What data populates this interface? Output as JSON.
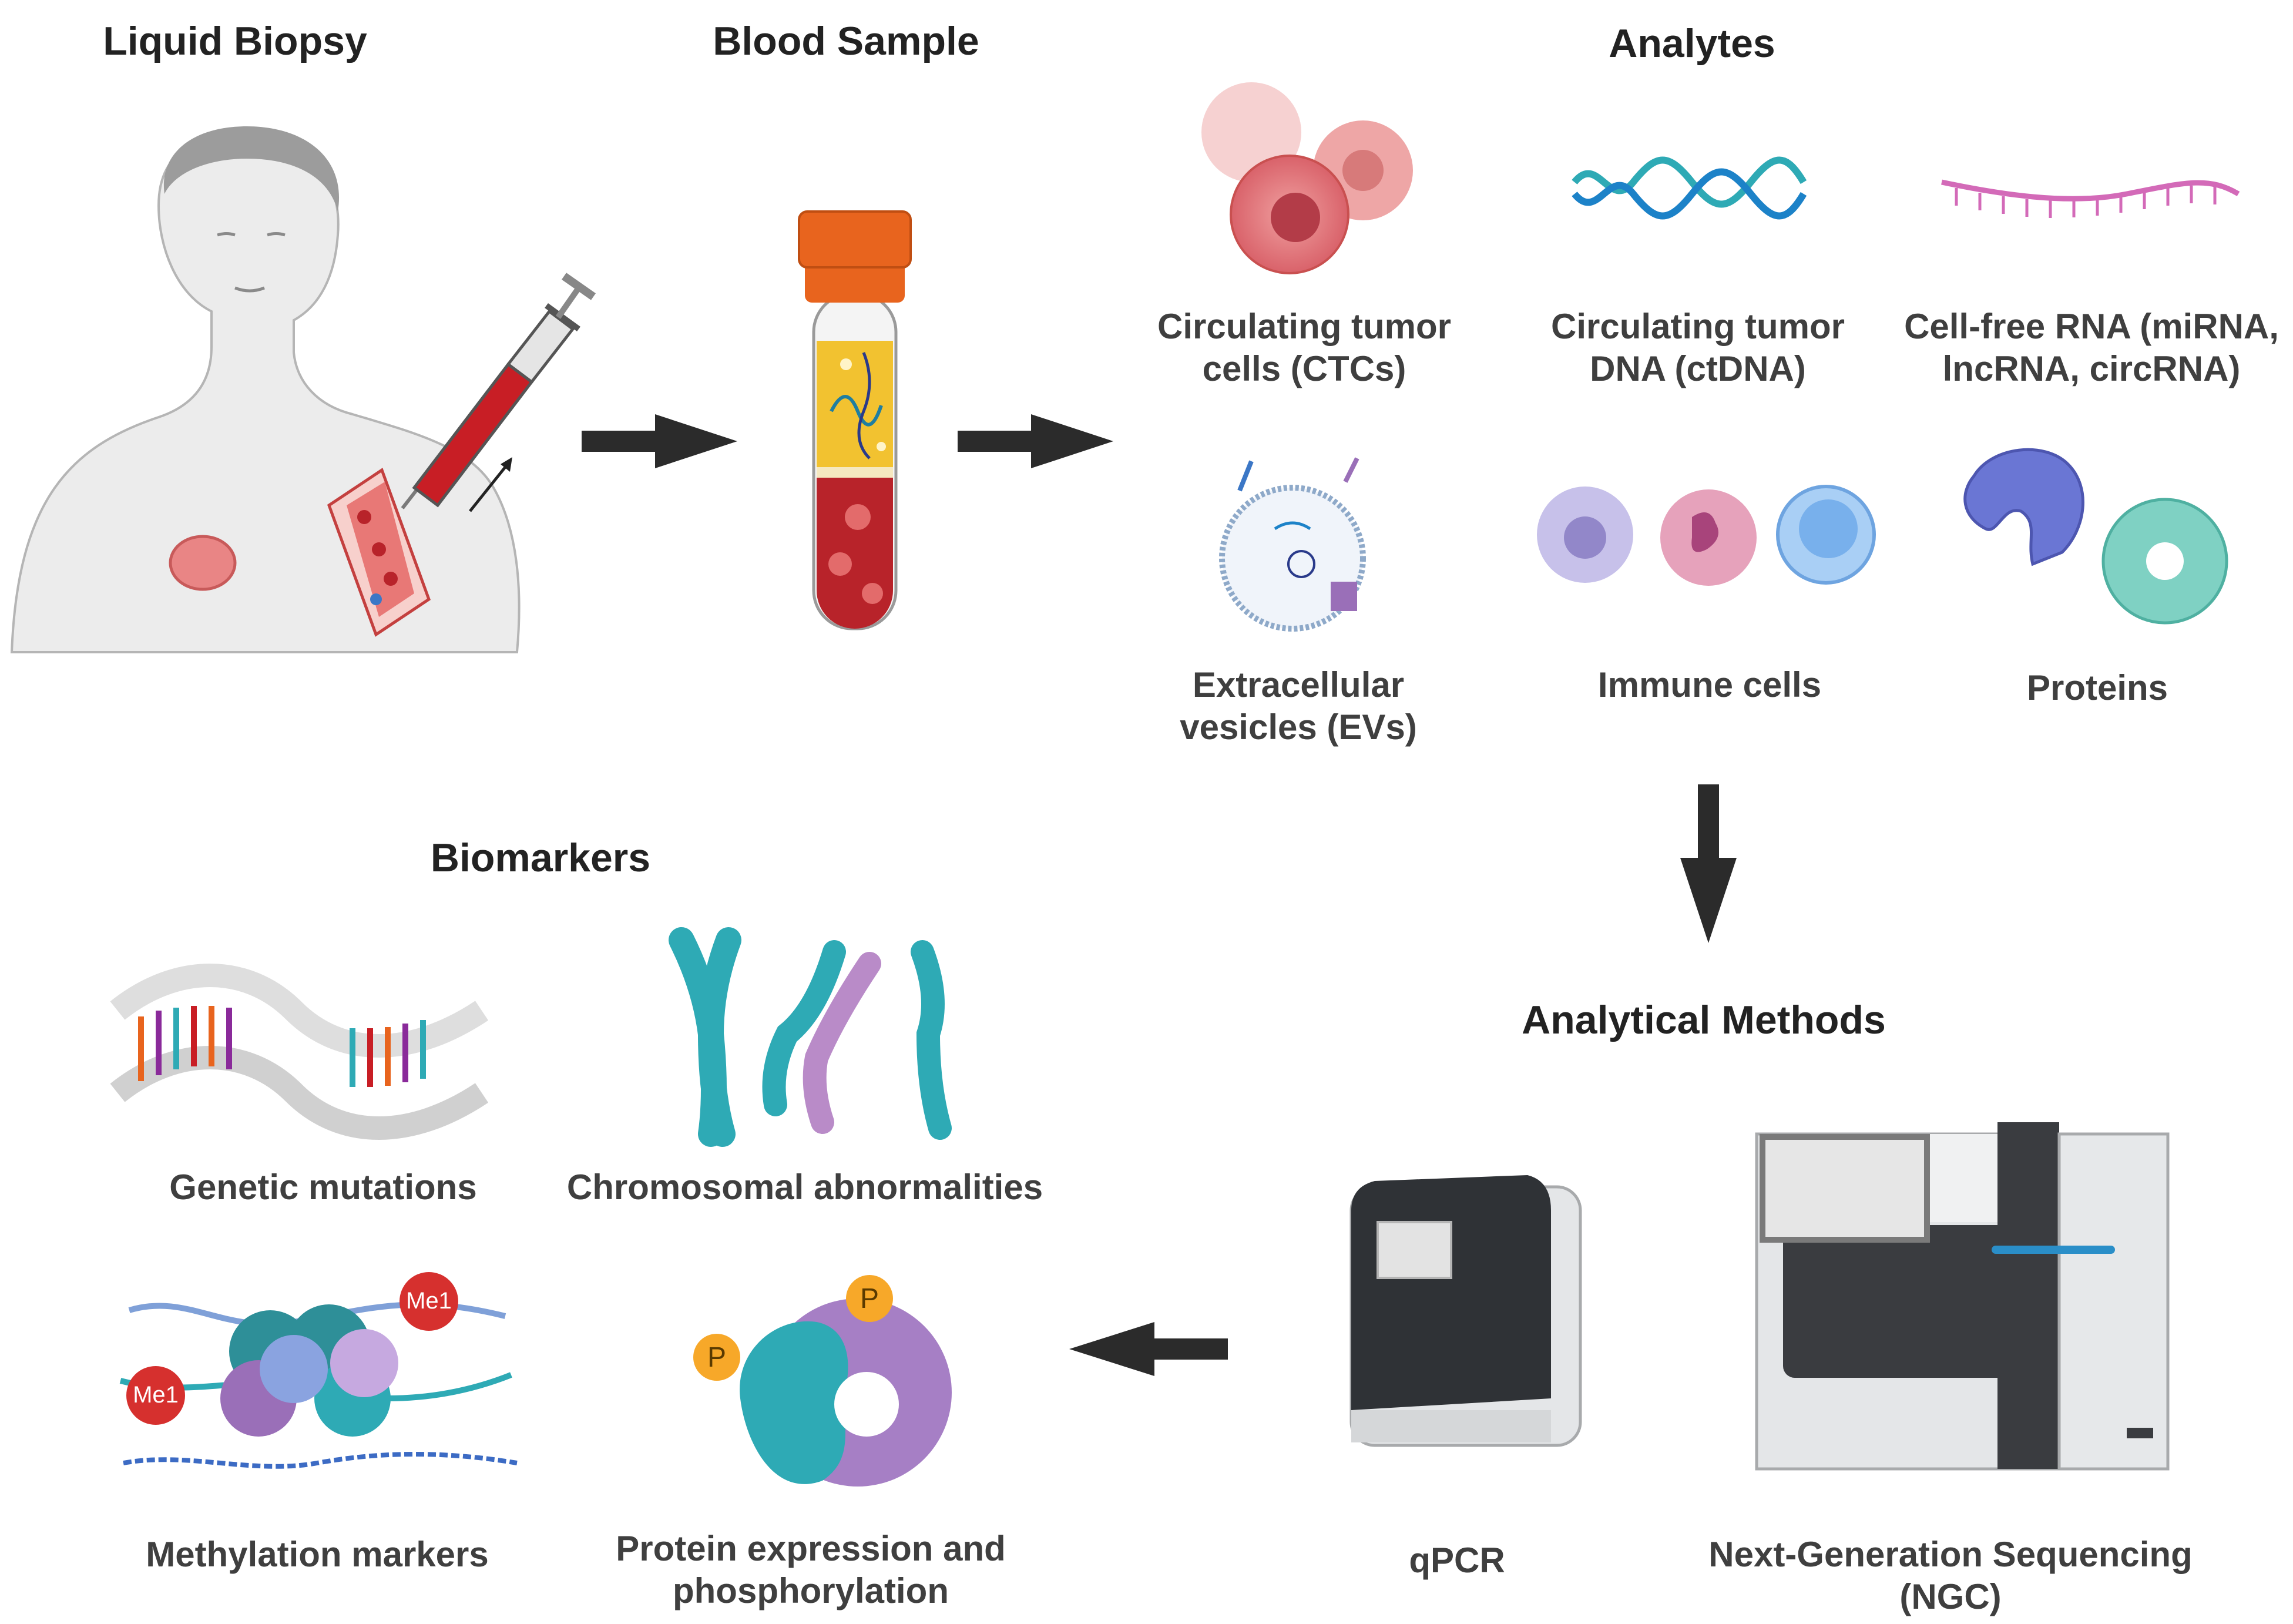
{
  "headings": {
    "liquid_biopsy": "Liquid Biopsy",
    "blood_sample": "Blood Sample",
    "analytes": "Analytes",
    "biomarkers": "Biomarkers",
    "analytical_methods": "Analytical Methods"
  },
  "analytes": {
    "ctc": [
      "Circulating tumor",
      "cells (CTCs)"
    ],
    "ctdna": [
      "Circulating tumor",
      "DNA (ctDNA)"
    ],
    "cfrna": [
      "Cell-free RNA (miRNA,",
      "lncRNA, circRNA)"
    ],
    "evs": [
      "Extracellular",
      "vesicles (EVs)"
    ],
    "immune": "Immune cells",
    "proteins": "Proteins"
  },
  "biomarkers": {
    "genetic": "Genetic mutations",
    "chromosomal": "Chromosomal abnormalities",
    "methylation": "Methylation markers",
    "protein_expr": [
      "Protein expression and",
      "phosphorylation"
    ],
    "me_tag": "Me1",
    "p_tag": "P"
  },
  "methods": {
    "qpcr": "qPCR",
    "ngs": [
      "Next-Generation Sequencing",
      "(NGC)"
    ]
  },
  "colors": {
    "heading_text": "#222222",
    "label_text": "#3f3f3f",
    "arrow": "#2b2b2b",
    "skin": "#ececec",
    "blood": "#b8232a",
    "plasma": "#f2c230",
    "cap": "#e8641e",
    "teal": "#2eaab5",
    "purple": "#9a6fb8",
    "pink_cell": "#e07a7a"
  }
}
